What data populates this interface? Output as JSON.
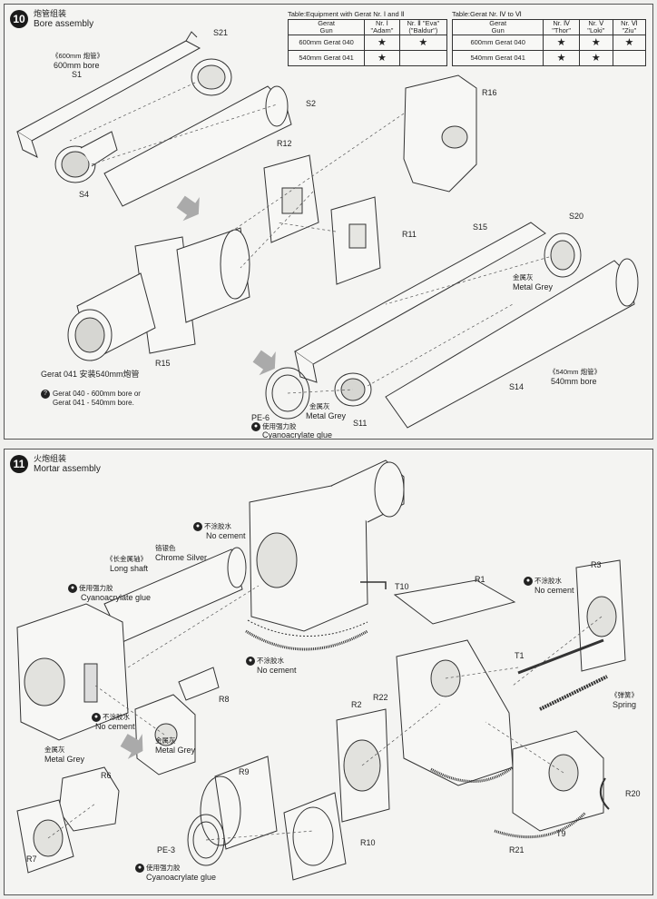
{
  "step10": {
    "number": "10",
    "title_cn": "炮管组装",
    "title_en": "Bore assembly",
    "table1": {
      "caption": "Table:Equipment with Gerat Nr. Ⅰ and Ⅱ",
      "head_gerat": "Gerat",
      "head_gun": "Gun",
      "col1": {
        "nr": "Nr. Ⅰ",
        "name": "\"Adam\""
      },
      "col2": {
        "nr": "Nr. Ⅱ \"Eva\"",
        "name": "(\"Baldur\")"
      },
      "row1_label": "600mm Gerat 040",
      "row2_label": "540mm Gerat 041",
      "star": "★"
    },
    "table2": {
      "caption": "Table:Gerat Nr. Ⅳ to Ⅵ",
      "head_gerat": "Gerat",
      "head_gun": "Gun",
      "col1": {
        "nr": "Nr. Ⅳ",
        "name": "\"Thor\""
      },
      "col2": {
        "nr": "Nr. Ⅴ",
        "name": "\"Loki\""
      },
      "col3": {
        "nr": "Nr. Ⅵ",
        "name": "\"Ziu\""
      },
      "row1_label": "600mm Gerat 040",
      "row2_label": "540mm Gerat 041",
      "star": "★"
    },
    "labels": {
      "bore600_cn": "《600mm 炮管》",
      "bore600_en": "600mm bore",
      "S1": "S1",
      "S2": "S2",
      "S4": "S4",
      "S21": "S21",
      "R12": "R12",
      "R16": "R16",
      "R11": "R11",
      "R15": "R15",
      "S15": "S15",
      "S20": "S20",
      "S14": "S14",
      "S11": "S11",
      "metal_grey_cn": "金属灰",
      "metal_grey_en": "Metal Grey",
      "bore540_cn": "《540mm 炮管》",
      "bore540_en": "540mm bore",
      "gerat041": "Gerat 041 安装540mm炮管",
      "PE6": "PE-6",
      "glue_cn": "使用强力胶",
      "glue_en": "Cyanoacrylate glue",
      "note_line1": "Gerat 040 - 600mm bore or",
      "note_line2": "Gerat 041 - 540mm bore."
    }
  },
  "step11": {
    "number": "11",
    "title_cn": "火炮组装",
    "title_en": "Mortar assembly",
    "labels": {
      "no_cement_cn": "不涂胶水",
      "no_cement_en": "No cement",
      "chrome_cn": "铬银色",
      "chrome_en": "Chrome Silver",
      "long_shaft_cn": "《长金属轴》",
      "long_shaft_en": "Long shaft",
      "glue_cn": "使用强力胶",
      "glue_en": "Cyanoacrylate glue",
      "T10": "T10",
      "R1": "R1",
      "R3": "R3",
      "R8": "R8",
      "T1": "T1",
      "spring_cn": "《弹簧》",
      "spring_en": "Spring",
      "R22": "R22",
      "R2": "R2",
      "R6": "R6",
      "R9": "R9",
      "R7": "R7",
      "PE3": "PE-3",
      "R10": "R10",
      "R21": "R21",
      "T9": "T9",
      "R20": "R20",
      "metal_grey_cn": "金属灰",
      "metal_grey_en": "Metal Grey"
    }
  }
}
